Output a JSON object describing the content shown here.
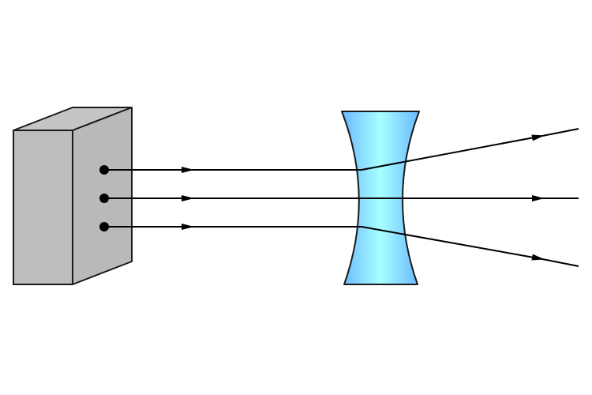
{
  "diagram": {
    "description_labels": [],
    "colors": {
      "box_front": "#bcbdbf",
      "box_top": "#c4c5c7",
      "box_side": "#b8b9bb",
      "outline": "#1a1a1a",
      "lens_edge": "#6ab8ff",
      "lens_center": "#a8ffff",
      "ray": "#000000"
    },
    "rays": [
      {
        "name": "upper",
        "behavior": "diverges-up"
      },
      {
        "name": "middle",
        "behavior": "straight"
      },
      {
        "name": "lower",
        "behavior": "diverges-down"
      }
    ]
  }
}
